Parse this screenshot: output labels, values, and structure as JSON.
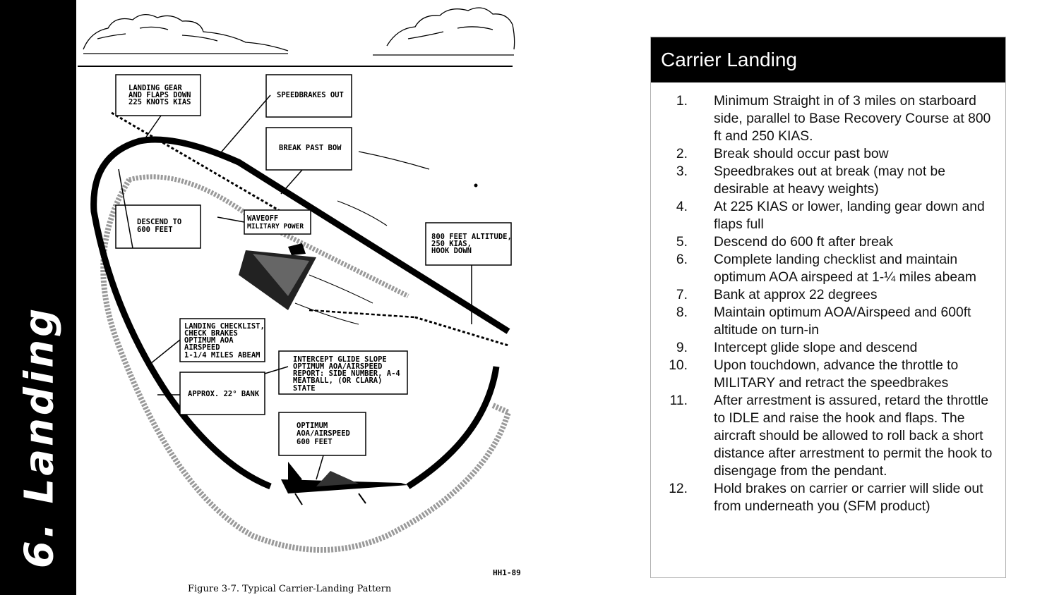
{
  "sidebar": {
    "title": "6. Landing"
  },
  "figure": {
    "caption": "Figure 3-7.   Typical Carrier-Landing Pattern",
    "code": "HH1-89",
    "callouts": {
      "gear_l1": "LANDING GEAR",
      "gear_l2": "AND FLAPS DOWN",
      "gear_l3": "225 KNOTS KIAS",
      "speedbrakes": "SPEEDBRAKES OUT",
      "break": "BREAK PAST BOW",
      "descend_l1": "DESCEND TO",
      "descend_l2": "600 FEET",
      "waveoff_l1": "WAVEOFF",
      "waveoff_l2": "MILITARY POWER",
      "alt_l1": "800 FEET ALTITUDE,",
      "alt_l2": "250 KIAS,",
      "alt_l3": "HOOK DOWN",
      "check_l1": "LANDING CHECKLIST,",
      "check_l2": "CHECK BRAKES",
      "check_l3": "OPTIMUM AOA",
      "check_l4": "AIRSPEED",
      "check_l5": "1-1/4 MILES ABEAM",
      "glide_l1": "INTERCEPT GLIDE SLOPE",
      "glide_l2": "OPTIMUM AOA/AIRSPEED",
      "glide_l3": "REPORT: SIDE NUMBER, A-4",
      "glide_l4": "MEATBALL, (OR CLARA)",
      "glide_l5": "STATE",
      "bank": "APPROX. 22° BANK",
      "optimum_l1": "OPTIMUM",
      "optimum_l2": "AOA/AIRSPEED",
      "optimum_l3": "600 FEET"
    }
  },
  "panel": {
    "title": "Carrier Landing",
    "steps": [
      {
        "n": "1.",
        "text": "Minimum Straight in of 3 miles on starboard side, parallel to Base Recovery Course at 800 ft and 250 KIAS."
      },
      {
        "n": "2.",
        "text": "Break should occur past bow"
      },
      {
        "n": "3.",
        "text": "Speedbrakes out at break (may not be desirable at heavy weights)"
      },
      {
        "n": "4.",
        "text": "At 225 KIAS or lower, landing gear down and flaps full"
      },
      {
        "n": "5.",
        "text": "Descend do 600 ft after break"
      },
      {
        "n": "6.",
        "text": "Complete landing checklist and maintain optimum AOA airspeed at 1-¼ miles abeam"
      },
      {
        "n": "7.",
        "text": "Bank at approx 22 degrees"
      },
      {
        "n": "8.",
        "text": "Maintain optimum AOA/Airspeed and 600ft altitude on turn-in"
      },
      {
        "n": "9.",
        "text": "Intercept glide slope and descend"
      },
      {
        "n": "10.",
        "text": "Upon touchdown, advance the throttle to MILITARY and retract the speedbrakes"
      },
      {
        "n": "11.",
        "text": "After arrestment is assured, retard the throttle to IDLE and raise the hook and flaps. The aircraft should be allowed to roll back a short distance after arrestment to permit the hook to disengage from the pendant."
      },
      {
        "n": "12.",
        "text": "Hold brakes on carrier or carrier will slide out from underneath you (SFM product)"
      }
    ]
  }
}
